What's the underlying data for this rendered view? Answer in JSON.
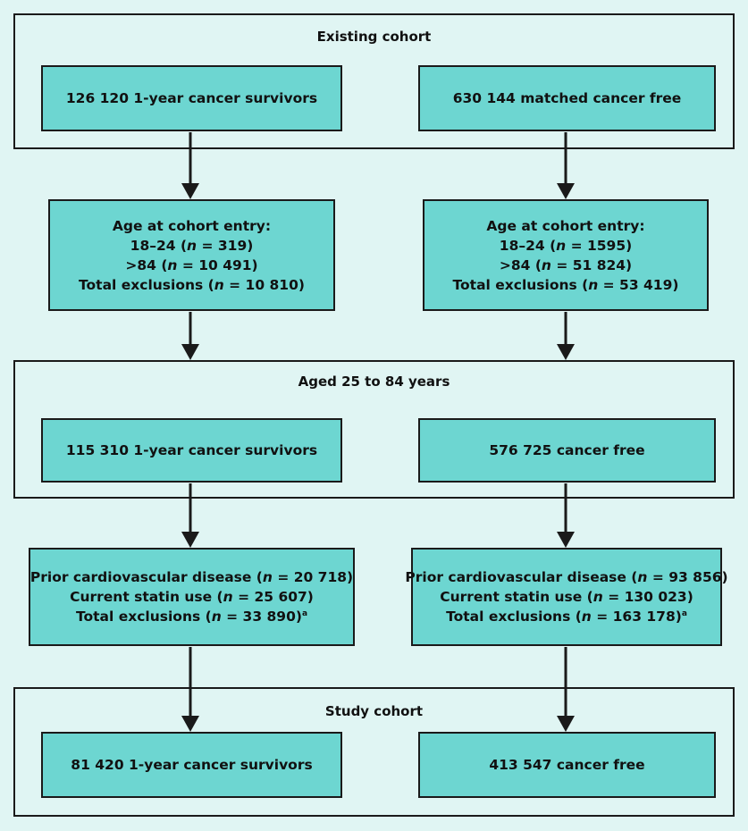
{
  "colors": {
    "background": "#e0f5f3",
    "box_fill": "#6dd6d1",
    "border": "#1a1a1a"
  },
  "groups": {
    "existing": {
      "title": "Existing cohort"
    },
    "aged": {
      "title": "Aged 25 to 84 years"
    },
    "study": {
      "title": "Study cohort"
    }
  },
  "boxes": {
    "existing_left": {
      "text": "126 120 1-year cancer survivors"
    },
    "existing_right": {
      "text": "630 144 matched cancer free"
    },
    "age_excl_left": {
      "line1": "Age at cohort entry:",
      "line2_pre": "18–24 (",
      "line2_n": "n",
      "line2_post": " = 319)",
      "line3_pre": ">84 (",
      "line3_n": "n",
      "line3_post": " = 10 491)",
      "line4_pre": "Total exclusions (",
      "line4_n": "n",
      "line4_post": " = 10 810)"
    },
    "age_excl_right": {
      "line1": "Age at cohort entry:",
      "line2_pre": "18–24 (",
      "line2_n": "n",
      "line2_post": " = 1595)",
      "line3_pre": ">84 (",
      "line3_n": "n",
      "line3_post": " = 51 824)",
      "line4_pre": "Total exclusions (",
      "line4_n": "n",
      "line4_post": " = 53 419)"
    },
    "aged_left": {
      "text": "115 310 1-year cancer survivors"
    },
    "aged_right": {
      "text": "576 725 cancer free"
    },
    "cvd_excl_left": {
      "line1_pre": "Prior cardiovascular disease (",
      "line1_n": "n",
      "line1_post": " = 20 718)",
      "line2_pre": "Current statin use (",
      "line2_n": "n",
      "line2_post": " = 25 607)",
      "line3_pre": "Total exclusions (",
      "line3_n": "n",
      "line3_post": " = 33 890)",
      "line3_sup": "a"
    },
    "cvd_excl_right": {
      "line1_pre": "Prior cardiovascular disease (",
      "line1_n": "n",
      "line1_post": " = 93 856)",
      "line2_pre": "Current statin use (",
      "line2_n": "n",
      "line2_post": " = 130 023)",
      "line3_pre": "Total exclusions (",
      "line3_n": "n",
      "line3_post": " = 163 178)",
      "line3_sup": "a"
    },
    "study_left": {
      "text": "81 420 1-year cancer survivors"
    },
    "study_right": {
      "text": "413 547 cancer free"
    }
  }
}
